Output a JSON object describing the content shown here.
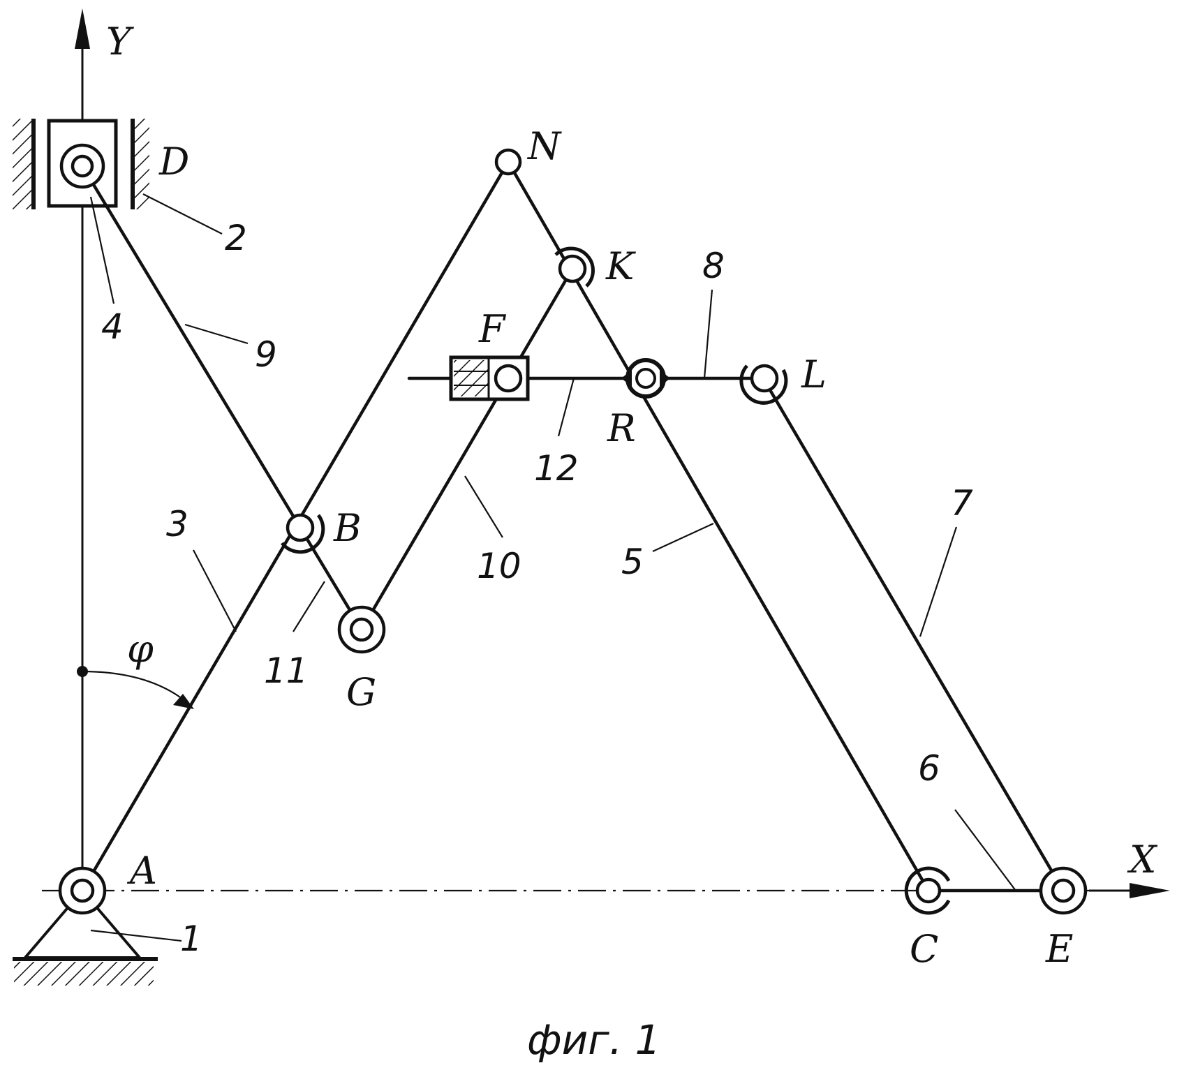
{
  "axes": {
    "x_label": "X",
    "y_label": "Y",
    "angle_label": "φ"
  },
  "points": {
    "A": "A",
    "B": "B",
    "C": "C",
    "D": "D",
    "E": "E",
    "F": "F",
    "G": "G",
    "K": "K",
    "L": "L",
    "N": "N",
    "R": "R"
  },
  "links": {
    "l1": "1",
    "l2": "2",
    "l3": "3",
    "l4": "4",
    "l5": "5",
    "l6": "6",
    "l7": "7",
    "l8": "8",
    "l9": "9",
    "l10": "10",
    "l11": "11",
    "l12": "12"
  },
  "caption": "фиг. 1"
}
